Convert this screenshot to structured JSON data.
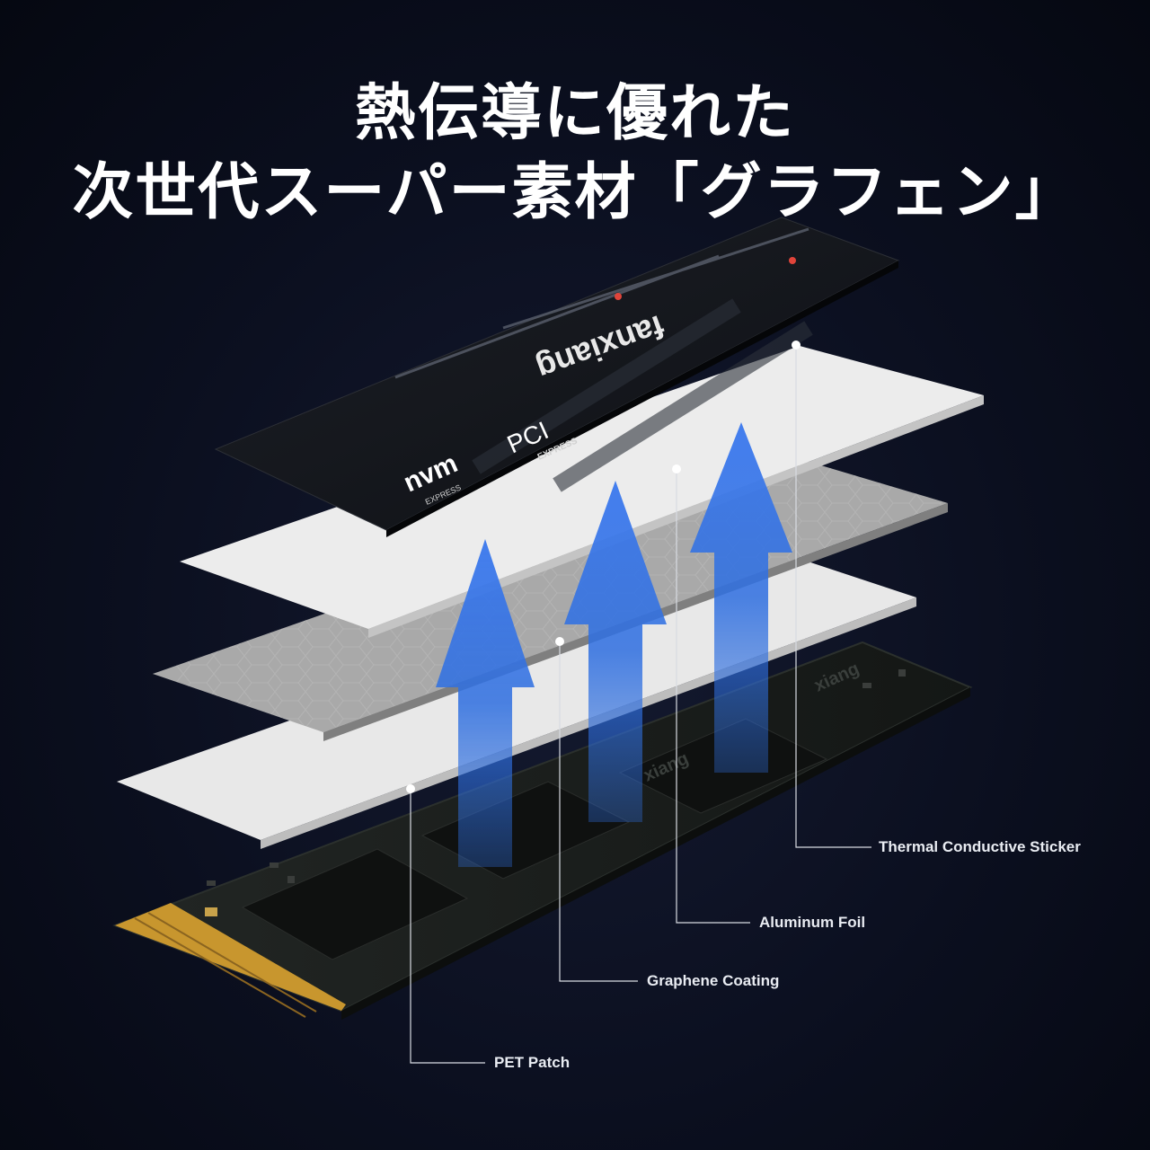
{
  "headline": {
    "line1": "熱伝導に優れた",
    "line2": "次世代スーパー素材「グラフェン」"
  },
  "cover": {
    "brand": "fanxiang",
    "logo_nvme": "nvm",
    "logo_nvme_sub": "EXPRESS",
    "logo_pci": "PCI",
    "logo_pci_sub": "EXPRESS"
  },
  "pcb_chip_brand": "xiang",
  "callouts": {
    "thermal": "Thermal Conductive Sticker",
    "aluminum": "Aluminum Foil",
    "graphene": "Graphene Coating",
    "pet": "PET Patch"
  },
  "colors": {
    "background": "#0b0f1f",
    "arrow_blue": "#2f6fe0",
    "cover_black": "#121418",
    "layer_white": "#ececec",
    "layer_gray": "#a9a9a9",
    "pcb": "#1b1e1c",
    "gold_contacts": "#c8962e"
  }
}
